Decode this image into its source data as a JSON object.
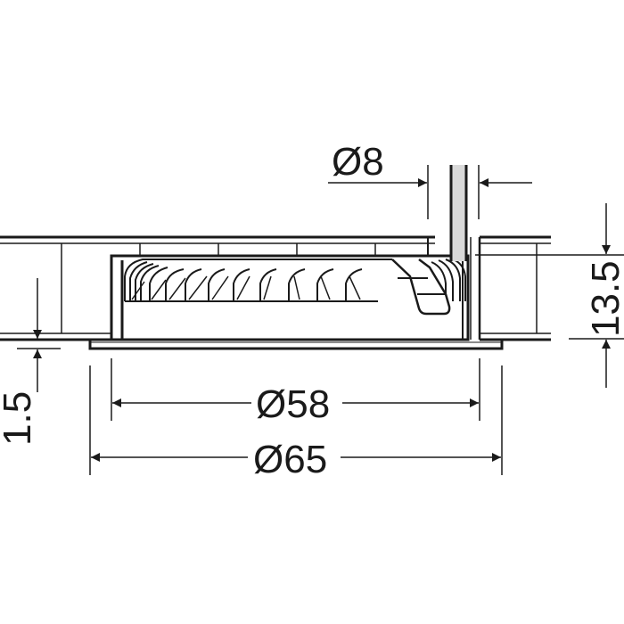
{
  "drawing": {
    "type": "technical-dimension-drawing",
    "subject": "recessed downlight side section",
    "units": "mm",
    "colors": {
      "line": "#1a1a1a",
      "cable_fill": "#d9d9d9",
      "background": "#ffffff"
    }
  },
  "dimensions": {
    "cable_diameter": {
      "label": "Ø8",
      "value": 8
    },
    "height": {
      "label": "13.5",
      "value": 13.5
    },
    "flange_thickness": {
      "label": "1.5",
      "value": 1.5
    },
    "cutout_diameter": {
      "label": "Ø58",
      "value": 58
    },
    "flange_diameter": {
      "label": "Ø65",
      "value": 65
    }
  }
}
